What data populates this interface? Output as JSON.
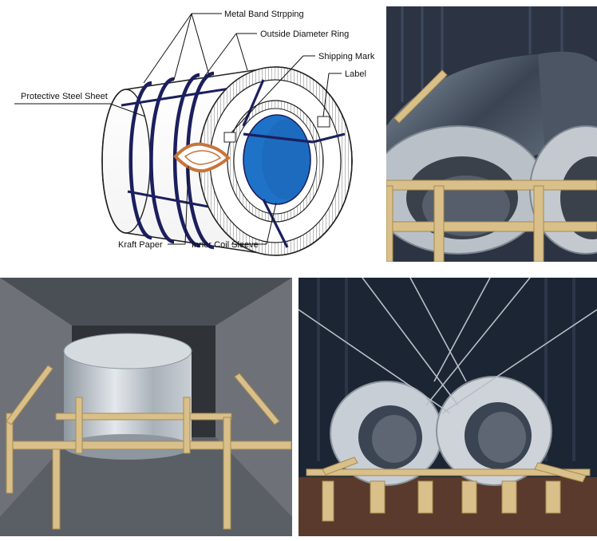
{
  "diagram": {
    "labels": {
      "metal_band": "Metal Band Strpping",
      "outside_ring": "Outside Diameter Ring",
      "shipping_mark": "Shipping Mark",
      "label": "Label",
      "protective_sheet": "Protective Steel Sheet",
      "kraft_paper": "Kraft Paper",
      "inner_sleeve": "Inner Coil Sleeve"
    }
  },
  "colors": {
    "coil_blue": "#1e73c8",
    "band_navy": "#1b1f5e",
    "kraft_brown": "#c8743a",
    "container_dark": "#2c3444",
    "wood": "#d9c08a",
    "steel": "#b9c0c7"
  },
  "photos": [
    {
      "id": "coils-side-by-side-in-container"
    },
    {
      "id": "single-coil-on-wood-frame"
    },
    {
      "id": "two-coils-lashed-with-wires"
    }
  ]
}
